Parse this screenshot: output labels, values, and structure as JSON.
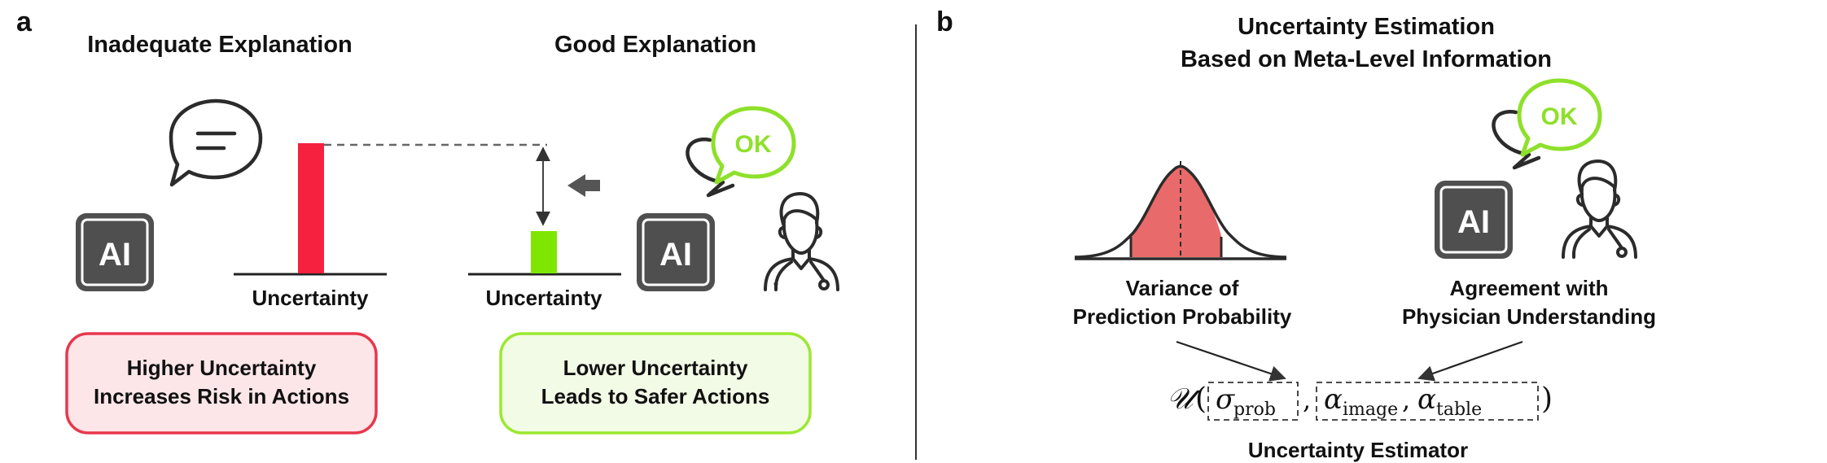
{
  "panel_a": {
    "label": "a",
    "title_left": "Inadequate Explanation",
    "title_right": "Good Explanation",
    "ai_badge": "AI",
    "ok_text": "OK",
    "axis_label_left": "Uncertainty",
    "axis_label_right": "Uncertainty",
    "box_left": {
      "line1": "Higher Uncertainty",
      "line2": "Increases Risk in Actions"
    },
    "box_right": {
      "line1": "Lower Uncertainty",
      "line2": "Leads to Safer Actions"
    }
  },
  "panel_b": {
    "label": "b",
    "title_line1": "Uncertainty Estimation",
    "title_line2": "Based on Meta-Level Information",
    "ai_badge": "AI",
    "ok_text": "OK",
    "left_caption": {
      "line1": "Variance of",
      "line2": "Prediction Probability"
    },
    "right_caption": {
      "line1": "Agreement with",
      "line2": "Physician Understanding"
    },
    "formula": {
      "func": "𝒰",
      "sigma": "σ",
      "sigma_sub": "prob",
      "alpha": "α",
      "alpha_image_sub": "image",
      "alpha_table_sub": "table"
    },
    "estimator_label": "Uncertainty Estimator"
  },
  "colors": {
    "red_bar": "#f5213f",
    "green_bar": "#7ee600",
    "red_box_border": "#e8374d",
    "red_box_fill": "#fde6e8",
    "green_box_border": "#9be82f",
    "green_box_fill": "#f2fbe6",
    "ai_tile": "#4f4f4f",
    "ok_green": "#8ee02a",
    "bell_fill": "#e96a6a"
  }
}
